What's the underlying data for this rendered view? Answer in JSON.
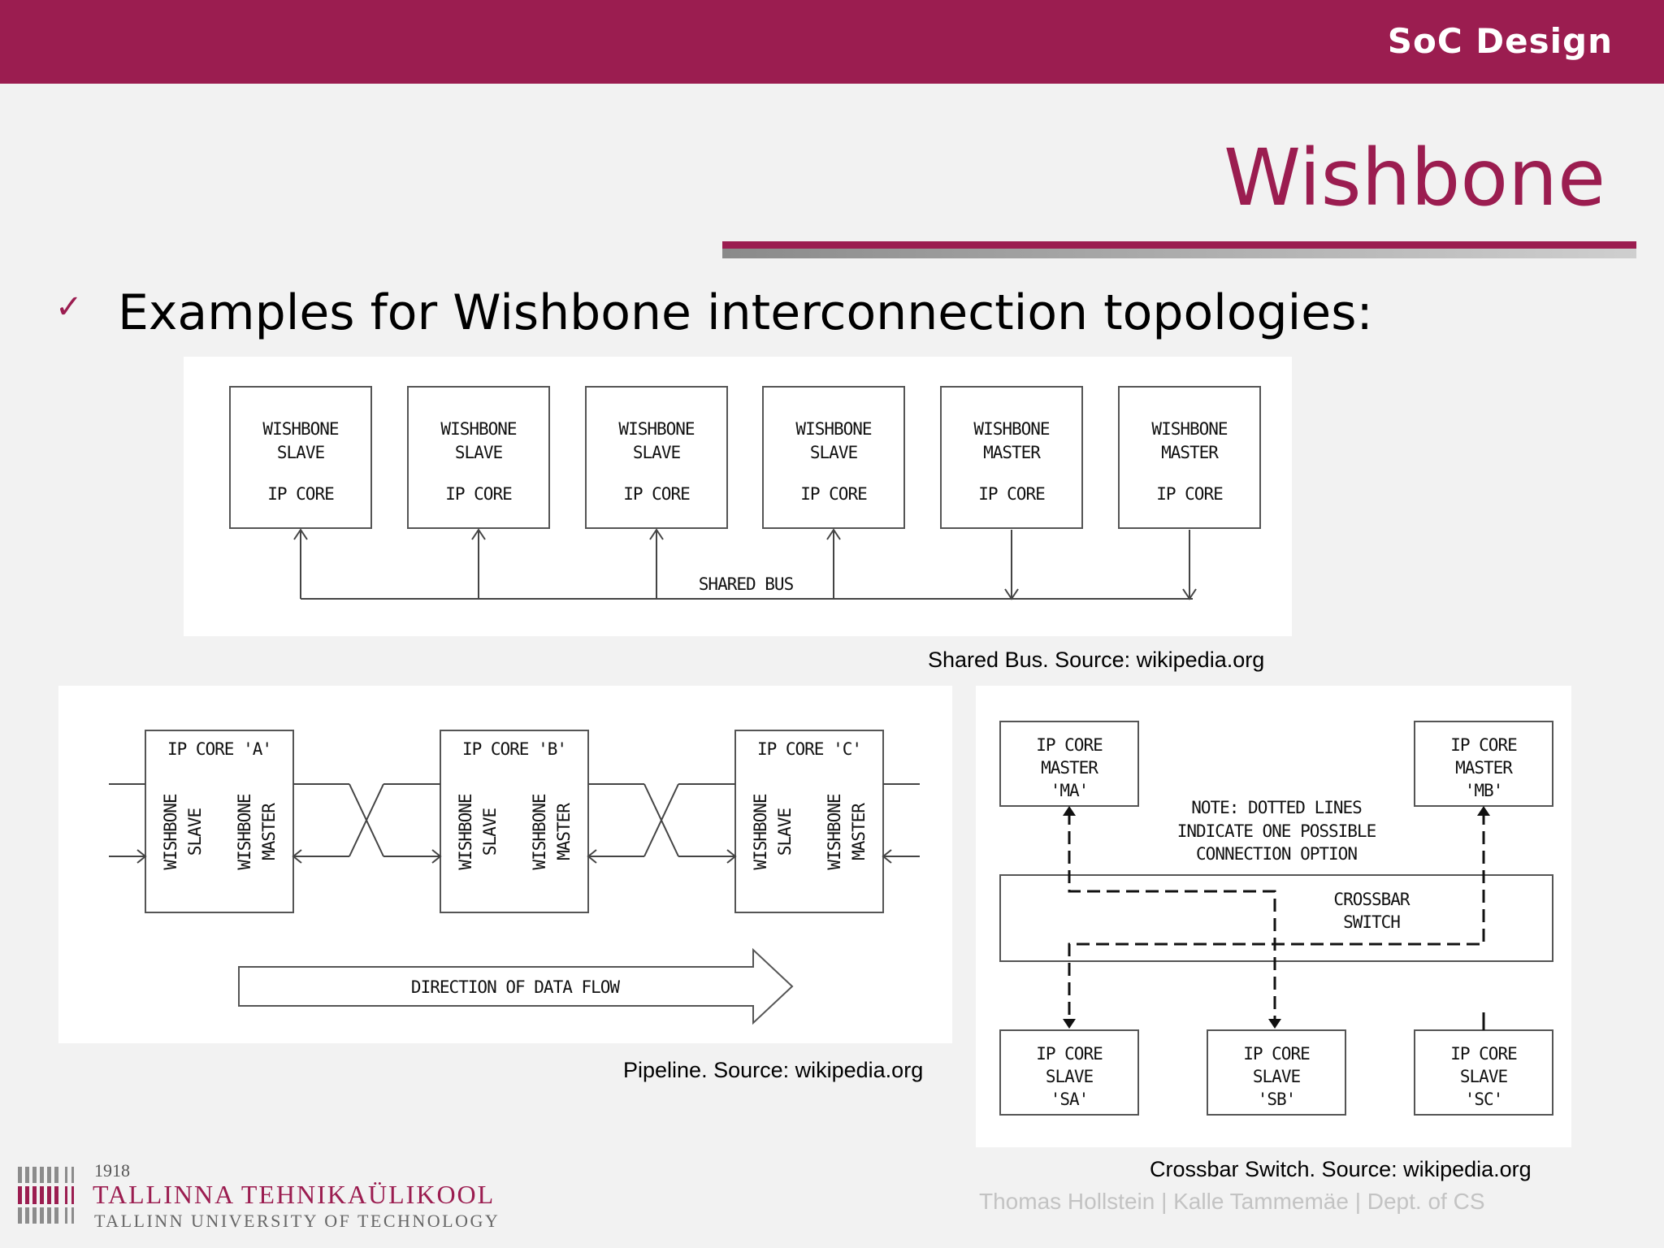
{
  "header": {
    "title": "SoC Design"
  },
  "slide": {
    "title": "Wishbone",
    "bullet_icon": "check-icon",
    "bullet": "Examples for Wishbone interconnection topologies:"
  },
  "shared_bus": {
    "cores": [
      {
        "line1": "WISHBONE",
        "line2": "SLAVE",
        "line3": "IP CORE"
      },
      {
        "line1": "WISHBONE",
        "line2": "SLAVE",
        "line3": "IP CORE"
      },
      {
        "line1": "WISHBONE",
        "line2": "SLAVE",
        "line3": "IP CORE"
      },
      {
        "line1": "WISHBONE",
        "line2": "SLAVE",
        "line3": "IP CORE"
      },
      {
        "line1": "WISHBONE",
        "line2": "MASTER",
        "line3": "IP CORE"
      },
      {
        "line1": "WISHBONE",
        "line2": "MASTER",
        "line3": "IP CORE"
      }
    ],
    "bus_label": "SHARED BUS",
    "caption": "Shared Bus. Source: wikipedia.org"
  },
  "pipeline": {
    "cores": [
      {
        "title": "IP CORE 'A'",
        "slave1": "WISHBONE",
        "slave2": "SLAVE",
        "master1": "WISHBONE",
        "master2": "MASTER"
      },
      {
        "title": "IP CORE 'B'",
        "slave1": "WISHBONE",
        "slave2": "SLAVE",
        "master1": "WISHBONE",
        "master2": "MASTER"
      },
      {
        "title": "IP CORE 'C'",
        "slave1": "WISHBONE",
        "slave2": "SLAVE",
        "master1": "WISHBONE",
        "master2": "MASTER"
      }
    ],
    "flow_label": "DIRECTION OF DATA FLOW",
    "caption": "Pipeline. Source: wikipedia.org"
  },
  "crossbar": {
    "masters": [
      {
        "line1": "IP CORE",
        "line2": "MASTER",
        "line3": "'MA'"
      },
      {
        "line1": "IP CORE",
        "line2": "MASTER",
        "line3": "'MB'"
      }
    ],
    "note": [
      "NOTE: DOTTED LINES",
      "INDICATE ONE POSSIBLE",
      "CONNECTION OPTION"
    ],
    "switch": [
      "CROSSBAR",
      "SWITCH"
    ],
    "slaves": [
      {
        "line1": "IP CORE",
        "line2": "SLAVE",
        "line3": "'SA'"
      },
      {
        "line1": "IP CORE",
        "line2": "SLAVE",
        "line3": "'SB'"
      },
      {
        "line1": "IP CORE",
        "line2": "SLAVE",
        "line3": "'SC'"
      }
    ],
    "caption": "Crossbar Switch. Source: wikipedia.org"
  },
  "footer": {
    "logo_year": "1918",
    "logo_name": "TALLINNA TEHNIKAÜLIKOOL",
    "logo_sub": "TALLINN UNIVERSITY OF TECHNOLOGY",
    "authors": "Thomas Hollstein | Kalle Tammemäe | Dept. of CS"
  },
  "colors": {
    "accent": "#9b1d50",
    "background": "#f2f2f2"
  }
}
